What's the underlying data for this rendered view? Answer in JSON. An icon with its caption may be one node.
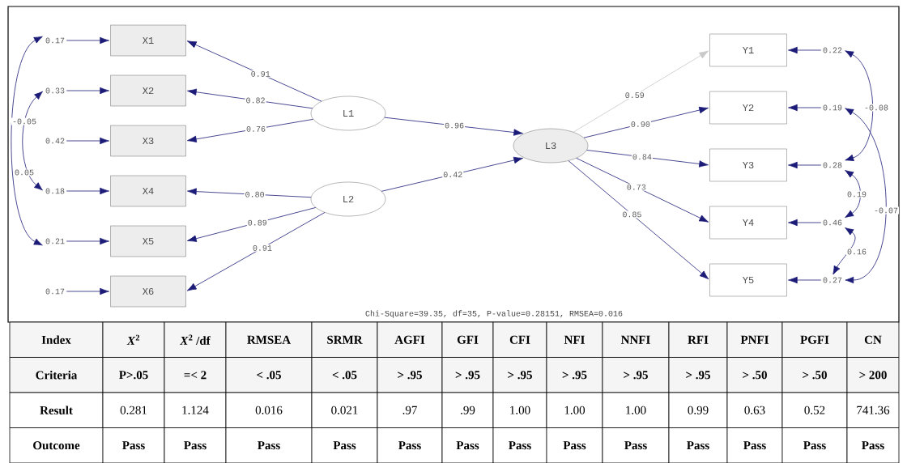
{
  "diagram": {
    "caption": "Chi-Square=39.35, df=35, P-value=0.28151, RMSEA=0.016",
    "nodes": [
      {
        "text": [
          "X1"
        ]
      },
      {
        "text": [
          "X2"
        ]
      },
      {
        "text": [
          "X3"
        ]
      },
      {
        "text": [
          "X4"
        ]
      },
      {
        "text": [
          "X5"
        ]
      },
      {
        "text": [
          "X6"
        ]
      },
      {
        "text": [
          "L1"
        ]
      },
      {
        "text": [
          "L2"
        ]
      },
      {
        "text": [
          "L3"
        ]
      },
      {
        "text": [
          "Y1"
        ]
      },
      {
        "text": [
          "Y2"
        ]
      },
      {
        "text": [
          "Y3"
        ]
      },
      {
        "text": [
          "Y4"
        ]
      },
      {
        "text": [
          "Y5"
        ]
      },
      {
        "text": [
          "0.17"
        ]
      },
      {
        "text": [
          "0.33"
        ]
      },
      {
        "text": [
          "0.42"
        ]
      },
      {
        "text": [
          "0.18"
        ]
      },
      {
        "text": [
          "0.21"
        ]
      },
      {
        "text": [
          "0.17"
        ]
      },
      {
        "text": [
          "0.22"
        ]
      },
      {
        "text": [
          "0.19"
        ]
      },
      {
        "text": [
          "0.28"
        ]
      },
      {
        "text": [
          "0.46"
        ]
      },
      {
        "text": [
          "0.27"
        ]
      }
    ],
    "edges": [
      {
        "from": 6,
        "to": 0,
        "arrow": "to",
        "label": "0.91"
      },
      {
        "from": 6,
        "to": 1,
        "arrow": "to",
        "label": "0.82"
      },
      {
        "from": 6,
        "to": 2,
        "arrow": "to",
        "label": "0.76"
      },
      {
        "from": 7,
        "to": 3,
        "arrow": "to",
        "label": "0.80"
      },
      {
        "from": 7,
        "to": 4,
        "arrow": "to",
        "label": "0.89"
      },
      {
        "from": 7,
        "to": 5,
        "arrow": "to",
        "label": "0.91"
      },
      {
        "from": 6,
        "to": 8,
        "arrow": "to",
        "label": "0.96"
      },
      {
        "from": 7,
        "to": 8,
        "arrow": "to",
        "label": "0.42"
      },
      {
        "from": 8,
        "to": 9,
        "arrow": "to",
        "label": "0.59",
        "color": "#c8c8c8"
      },
      {
        "from": 8,
        "to": 10,
        "arrow": "to",
        "label": "0.90"
      },
      {
        "from": 8,
        "to": 11,
        "arrow": "to",
        "label": "0.84"
      },
      {
        "from": 8,
        "to": 12,
        "arrow": "to",
        "label": "0.73"
      },
      {
        "from": 8,
        "to": 13,
        "arrow": "to",
        "label": "0.85"
      },
      {
        "from": 14,
        "to": 0,
        "arrow": "to"
      },
      {
        "from": 15,
        "to": 1,
        "arrow": "to"
      },
      {
        "from": 16,
        "to": 2,
        "arrow": "to"
      },
      {
        "from": 17,
        "to": 3,
        "arrow": "to"
      },
      {
        "from": 18,
        "to": 4,
        "arrow": "to"
      },
      {
        "from": 19,
        "to": 5,
        "arrow": "to"
      },
      {
        "from": 20,
        "to": 9,
        "arrow": "to"
      },
      {
        "from": 21,
        "to": 10,
        "arrow": "to"
      },
      {
        "from": 22,
        "to": 11,
        "arrow": "to"
      },
      {
        "from": 23,
        "to": 12,
        "arrow": "to"
      },
      {
        "from": 24,
        "to": 13,
        "arrow": "to"
      },
      {
        "from": 15,
        "to": 17,
        "arrow": "both",
        "label": "-0.05"
      },
      {
        "from": 14,
        "to": 18,
        "arrow": "both",
        "label": "0.05"
      },
      {
        "from": 20,
        "to": 22,
        "arrow": "both",
        "label": "-0.08"
      },
      {
        "from": 21,
        "to": 24,
        "arrow": "both",
        "label": "-0.07"
      },
      {
        "from": 22,
        "to": 23,
        "arrow": "both",
        "label": "0.19"
      },
      {
        "from": 23,
        "to": 24,
        "arrow": "both",
        "label": "0.16"
      }
    ],
    "labels": [
      "Index",
      "*X*$^{2}$",
      "*X*$^{2}$ /df",
      "RMSEA",
      "SRMR",
      "AGFI",
      "GFI",
      "CFI",
      "NFI",
      "NNFI",
      "RFI",
      "PNFI",
      "PGFI",
      "CN",
      "Criteria",
      "P>.05",
      "=< 2",
      "< .05",
      "< .05",
      "> .95",
      "> .95",
      "> .95",
      "> .95",
      "> .95",
      "> .95",
      "> .50",
      "> .50",
      "> 200",
      "Result",
      "0.281",
      "1.124",
      "0.016",
      "0.021",
      ".97",
      ".99",
      "1.00",
      "1.00",
      "1.00",
      "0.99",
      "0.63",
      "0.52",
      "741.36",
      "Outcome",
      "Pass",
      "Pass",
      "Pass",
      "Pass",
      "Pass",
      "Pass",
      "Pass",
      "Pass",
      "Pass",
      "Pass",
      "Pass",
      "Pass",
      "Pass"
    ]
  }
}
